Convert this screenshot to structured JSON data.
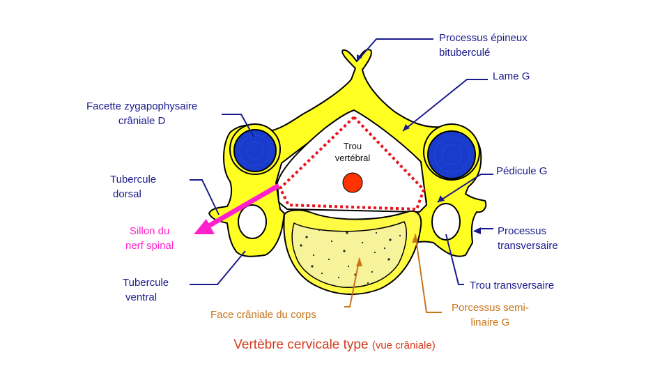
{
  "title": {
    "main": "Vertèbre cervicale type",
    "sub": "(vue crâniale)"
  },
  "labels": {
    "processus_epineux": [
      "Processus épineux",
      "bituberculé"
    ],
    "lame_g": "Lame G",
    "facette": [
      "Facette zygapophysaire",
      "crâniale D"
    ],
    "tubercule_dorsal": [
      "Tubercule",
      "dorsal"
    ],
    "sillon": [
      "Sillon du",
      "nerf spinal"
    ],
    "tubercule_ventral": [
      "Tubercule",
      "ventral"
    ],
    "pedicule_g": "Pédicule G",
    "processus_transversaire": [
      "Processus",
      "transversaire"
    ],
    "trou_transversaire": "Trou transversaire",
    "trou_vertebral": [
      "Trou",
      "vertébral"
    ],
    "face_craniale": "Face crâniale du corps",
    "processus_semi": [
      "Porcessus semi-",
      "linaire G"
    ]
  },
  "colors": {
    "bone": "#ffff22",
    "body": "#f7f39a",
    "facet": "#1a3ccc",
    "leader_navy": "#1a1a8c",
    "leader_orange": "#c8741a",
    "spinal_cord": "#ff3300",
    "foramen_outline": "#e8141e",
    "nerve_arrow": "#ff22cc",
    "title": "#d4381a"
  }
}
